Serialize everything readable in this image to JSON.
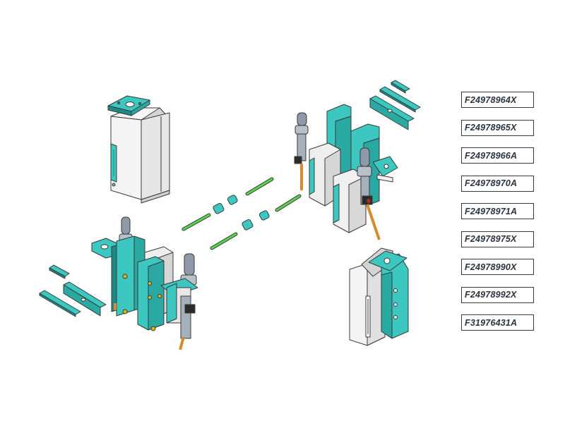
{
  "colors": {
    "teal": "#3cc7c0",
    "teal_dark": "#1a8c86",
    "light_gray": "#f2f2f2",
    "mid_gray": "#d4d4d4",
    "outline": "#3a3a3a",
    "rod_green": "#52d84a",
    "valve_gray": "#8f9aa8",
    "hose_orange": "#d98a2c",
    "bolt_yellow": "#e0b418",
    "accent_red": "#c8251a"
  },
  "part_numbers": [
    "F24978964X",
    "F24978965X",
    "F24978966A",
    "F24978970A",
    "F24978971A",
    "F24978975X",
    "F24978990X",
    "F24978992X",
    "F31976431A"
  ],
  "assemblies": {
    "top_left": "white-jaw-block",
    "bottom_left": "gripper-assembly-left",
    "top_right": "gripper-assembly-right",
    "bottom_right": "white-jaw-block-right"
  }
}
